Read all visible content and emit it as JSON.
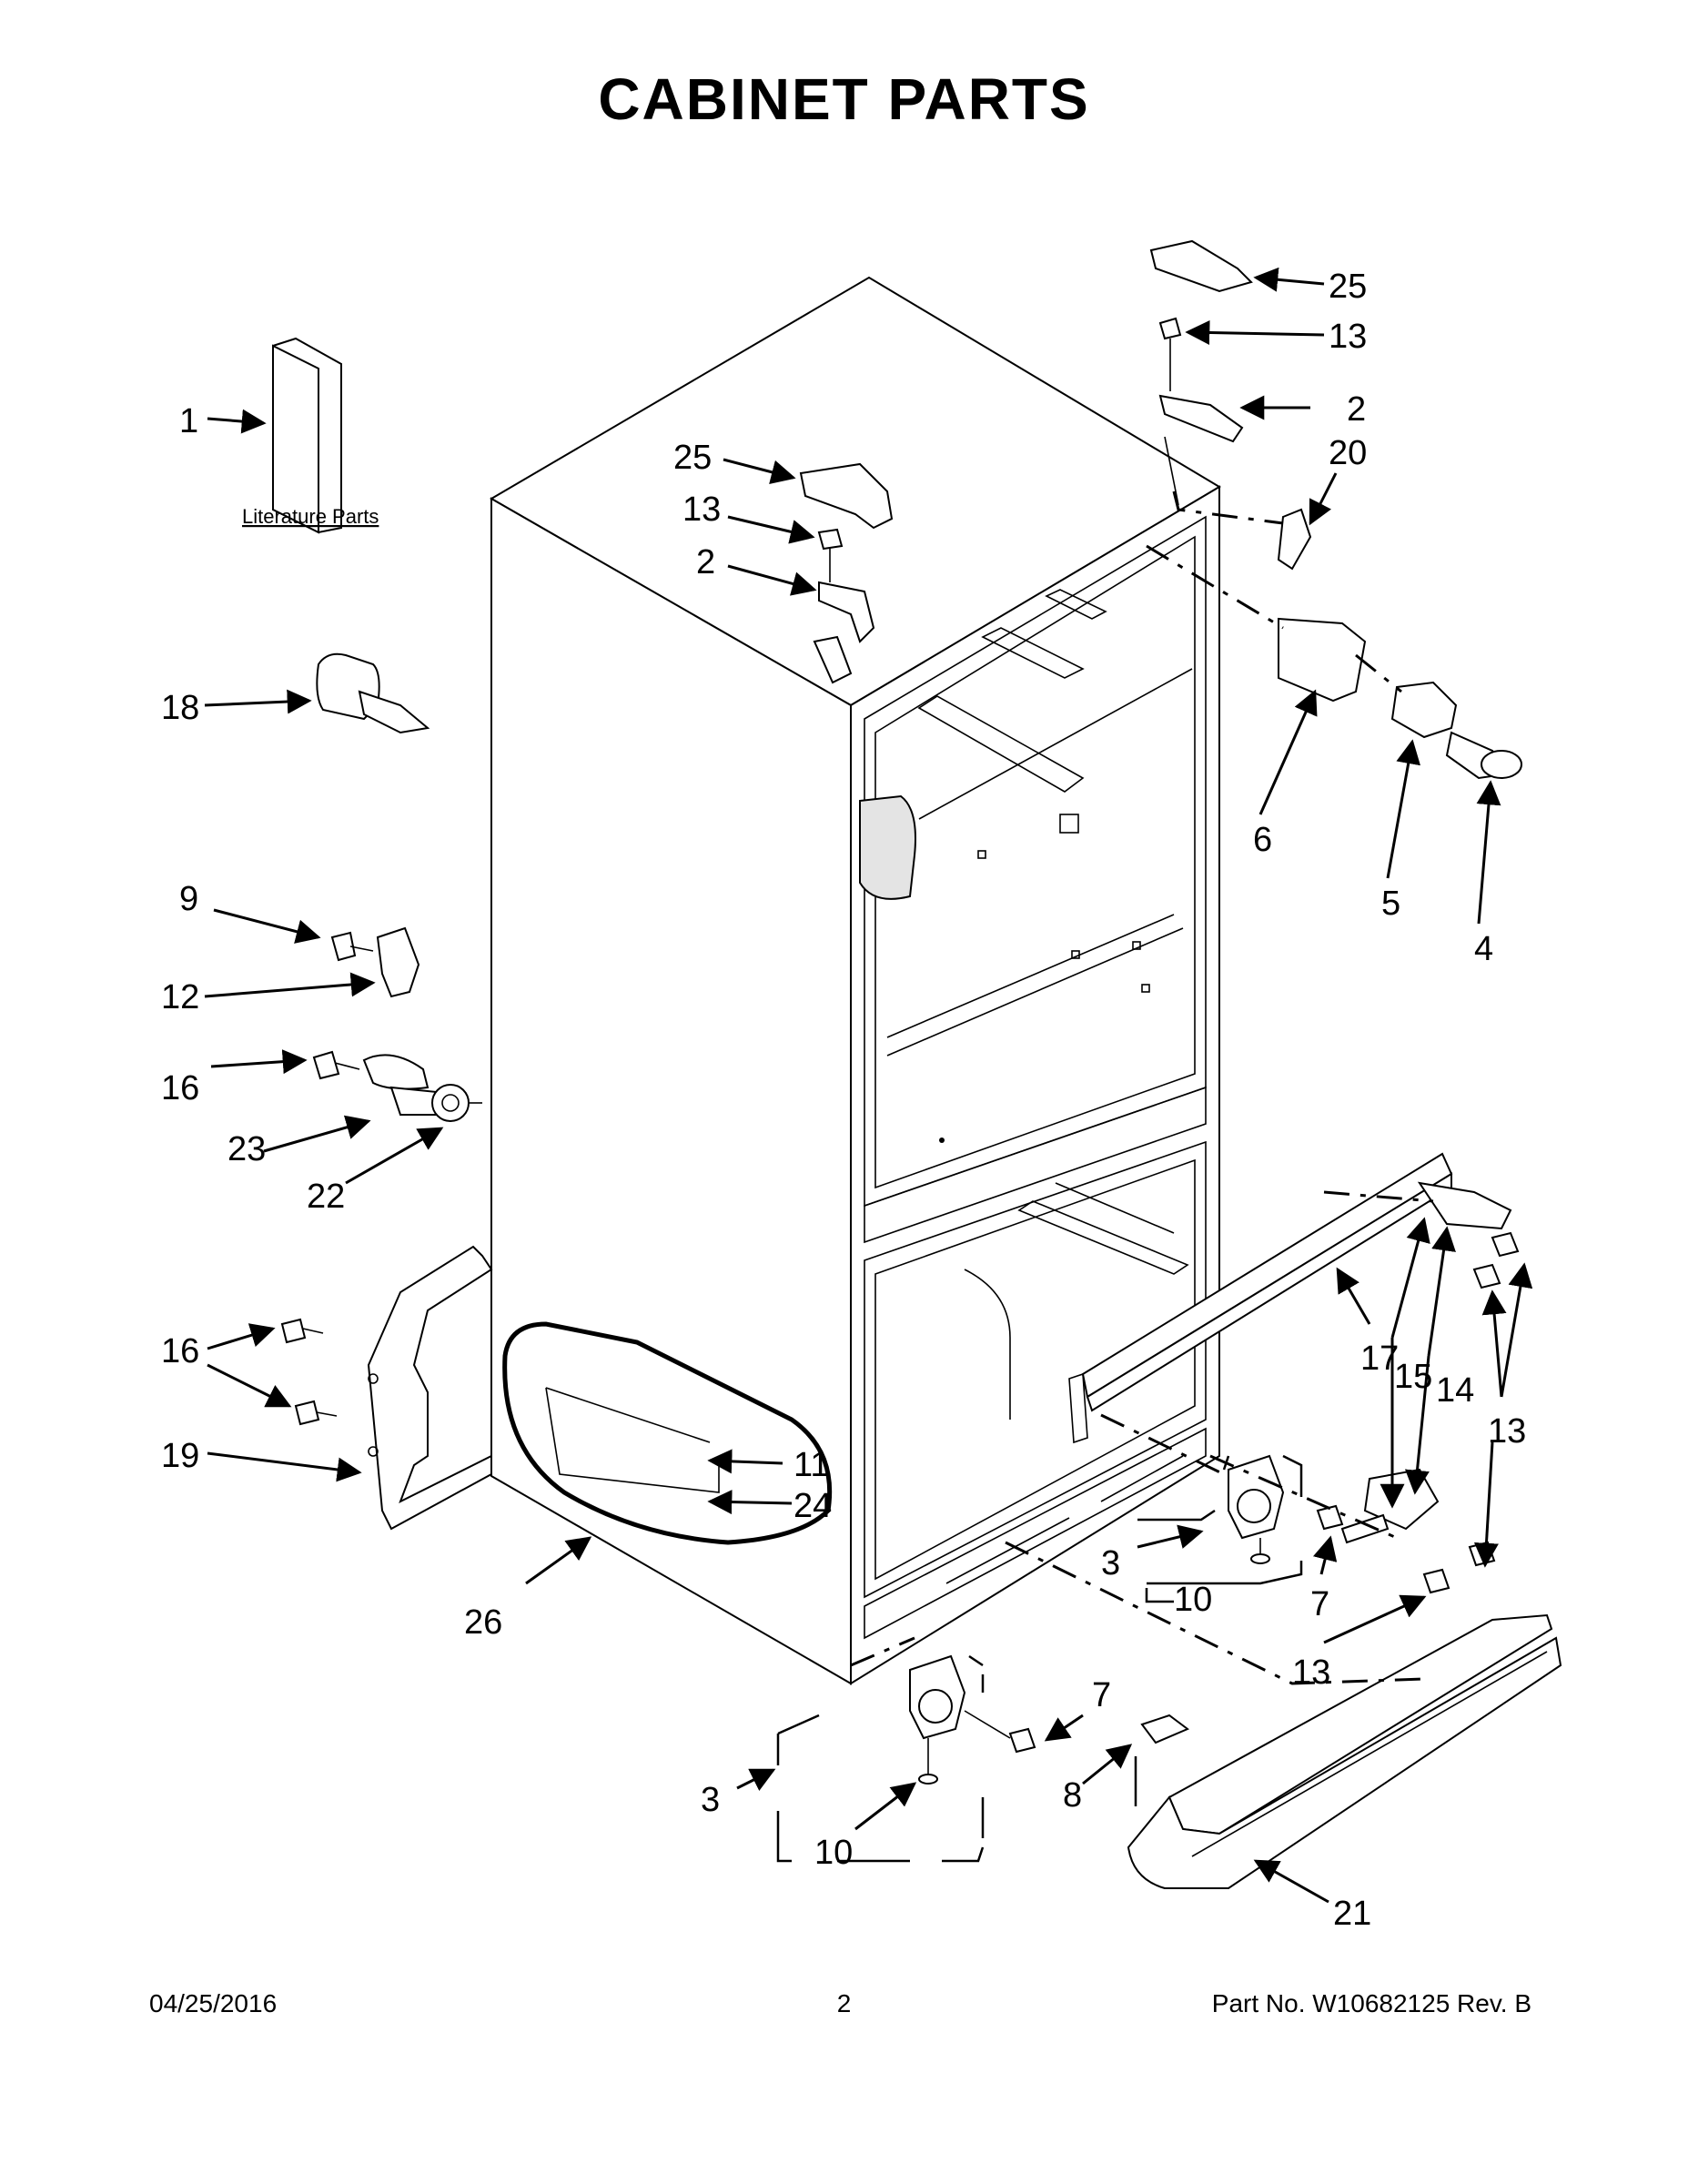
{
  "title": "CABINET PARTS",
  "literature_label": "Literature Parts",
  "callouts": {
    "c1": "1",
    "c2a": "2",
    "c2b": "2",
    "c3a": "3",
    "c3b": "3",
    "c4": "4",
    "c5": "5",
    "c6": "6",
    "c7a": "7",
    "c7b": "7",
    "c8": "8",
    "c9": "9",
    "c10a": "10",
    "c10b": "10",
    "c11": "11",
    "c12": "12",
    "c13a": "13",
    "c13b": "13",
    "c13c": "13",
    "c13d": "13",
    "c14": "14",
    "c15": "15",
    "c16a": "16",
    "c16b": "16",
    "c17": "17",
    "c18": "18",
    "c19": "19",
    "c20": "20",
    "c21": "21",
    "c22": "22",
    "c23": "23",
    "c24": "24",
    "c25a": "25",
    "c25b": "25",
    "c26": "26"
  },
  "footer": {
    "date": "04/25/2016",
    "page": "2",
    "part_no": "Part No.  W10682125  Rev.  B"
  }
}
